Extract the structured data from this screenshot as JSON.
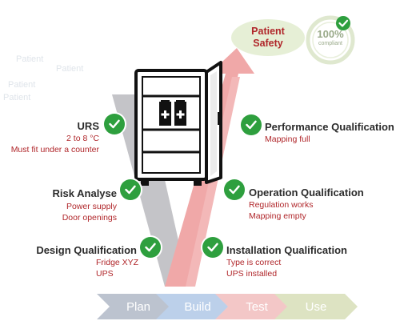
{
  "badge": {
    "percent": "100%",
    "word": "compliant"
  },
  "safety": {
    "line1": "Patient",
    "line2": "Safety"
  },
  "faint_text": [
    "Patient",
    "Patient",
    "Patient",
    "Patient"
  ],
  "left_steps": [
    {
      "title": "URS",
      "details": [
        "2 to 8 °C",
        "Must fit under a counter"
      ]
    },
    {
      "title": "Risk Analyse",
      "details": [
        "Power supply",
        "Door openings"
      ]
    },
    {
      "title": "Design Qualification",
      "details": [
        "Fridge XYZ",
        "UPS"
      ]
    }
  ],
  "right_steps": [
    {
      "title": "Performance Qualification",
      "details": [
        "Mapping full"
      ]
    },
    {
      "title": "Operation Qualification",
      "details": [
        "Regulation works",
        "Mapping empty"
      ]
    },
    {
      "title": "Installation Qualification",
      "details": [
        "Type is correct",
        "UPS installed"
      ]
    }
  ],
  "phases": [
    "Plan",
    "Build",
    "Test",
    "Use"
  ],
  "colors": {
    "v_left": "#c4c4c8",
    "v_right": "#f0a8a8",
    "check": "#2e9f3e",
    "detail_text": "#b0262a",
    "phase_plan": "#bcc3cf",
    "phase_build": "#bcd0ea",
    "phase_test": "#f3c7c7",
    "phase_use": "#dde3c2"
  },
  "icons": {
    "check": "checkmark-icon",
    "fridge": "refrigerator-icon",
    "badge": "compliance-seal-icon"
  }
}
